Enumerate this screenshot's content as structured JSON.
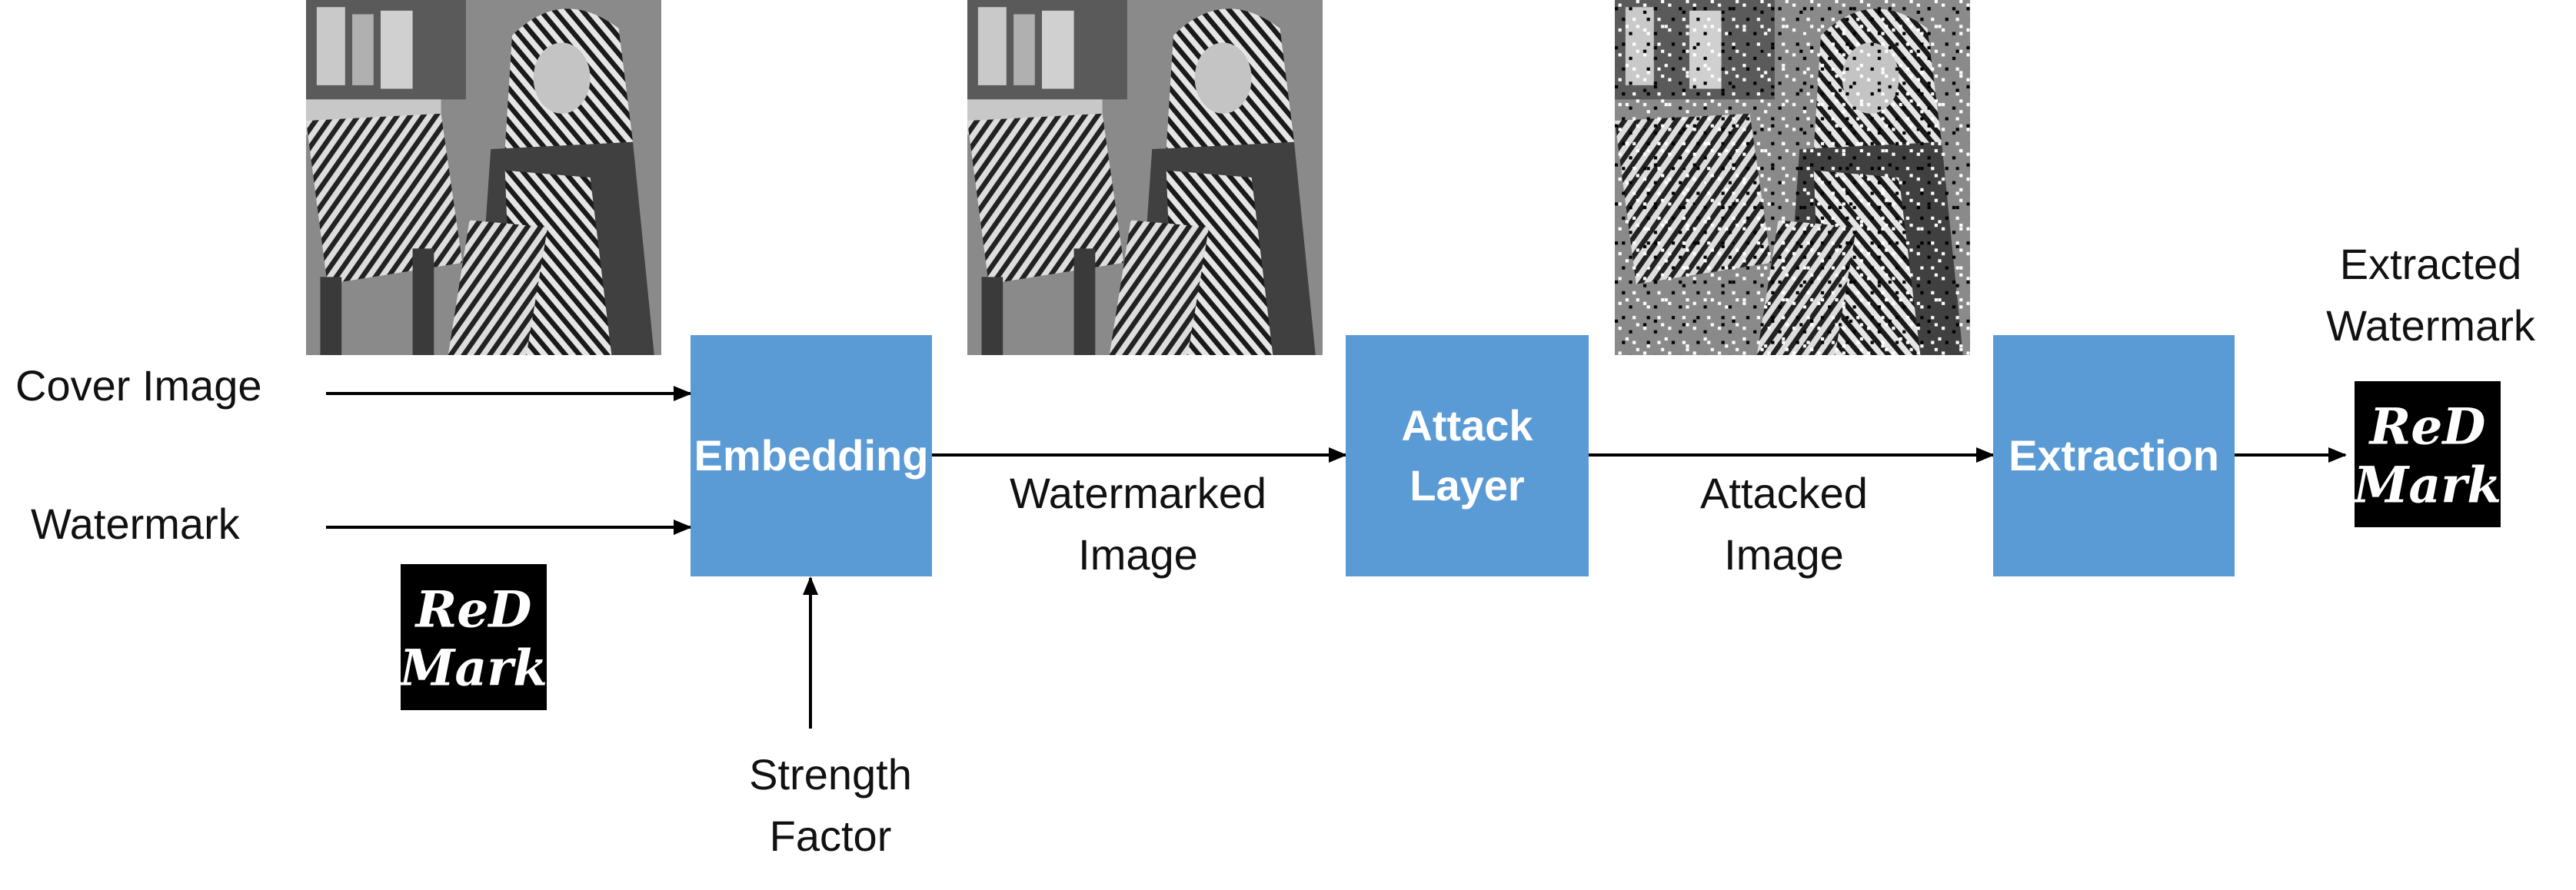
{
  "labels": {
    "cover_image": "Cover Image",
    "watermark": "Watermark",
    "strength_factor_line1": "Strength",
    "strength_factor_line2": "Factor",
    "watermarked_image_line1": "Watermarked",
    "watermarked_image_line2": "Image",
    "attacked_image_line1": "Attacked",
    "attacked_image_line2": "Image",
    "extracted_watermark_line1": "Extracted",
    "extracted_watermark_line2": "Watermark"
  },
  "blocks": {
    "embedding": "Embedding",
    "attack_line1": "Attack",
    "attack_line2": "Layer",
    "extraction": "Extraction"
  },
  "logo": {
    "line1": "ReD",
    "line2": "Mark"
  },
  "colors": {
    "block_fill": "#5b9bd5",
    "block_text": "#ffffff",
    "arrow": "#000000",
    "text": "#111111"
  },
  "icons": {
    "cover_photo": "grayscale-portrait-photo",
    "watermarked_photo": "grayscale-portrait-photo",
    "attacked_photo": "noisy-grayscale-portrait-photo",
    "watermark_logo": "redmark-logo",
    "extracted_logo": "redmark-logo"
  }
}
